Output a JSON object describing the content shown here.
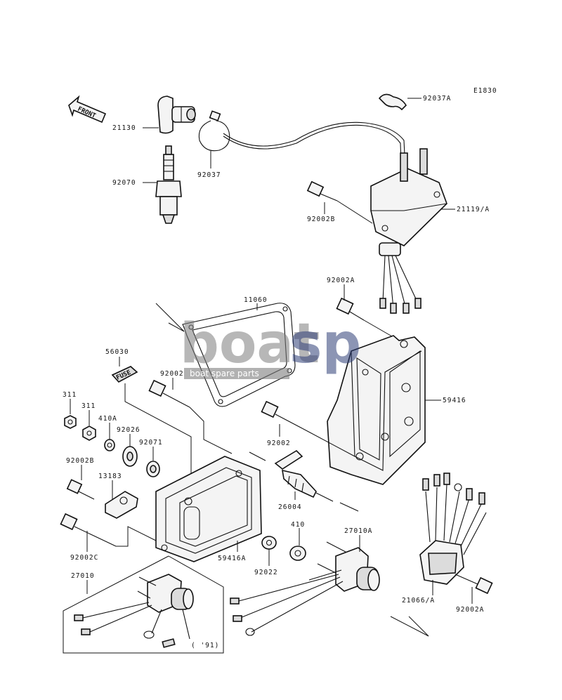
{
  "diagram_code": "E1830",
  "front_label": "FRONT",
  "labels": {
    "p21130": "21130",
    "p92037": "92037",
    "p92037A": "92037A",
    "p92070": "92070",
    "p92002B_top": "92002B",
    "p21119A": "21119/A",
    "p92002A_top": "92002A",
    "p11060": "11060",
    "p56030": "56030",
    "p92002_a": "92002",
    "p59416": "59416",
    "p311_a": "311",
    "p311_b": "311",
    "p410A": "410A",
    "p92026": "92026",
    "p92071": "92071",
    "p92002_b": "92002",
    "p92002B_mid": "92002B",
    "p13183": "13183",
    "p26004": "26004",
    "p410": "410",
    "p27010A": "27010A",
    "p59416A": "59416A",
    "p92022": "92022",
    "p92002C": "92002C",
    "p27010": "27010",
    "p21066A": "21066/A",
    "p92002A_bot": "92002A",
    "year_note": "( '91)"
  },
  "fuse_text": "FUSE",
  "watermark": {
    "text_a": "boat",
    "text_b": "sp",
    "tagline": "boat spare parts"
  }
}
